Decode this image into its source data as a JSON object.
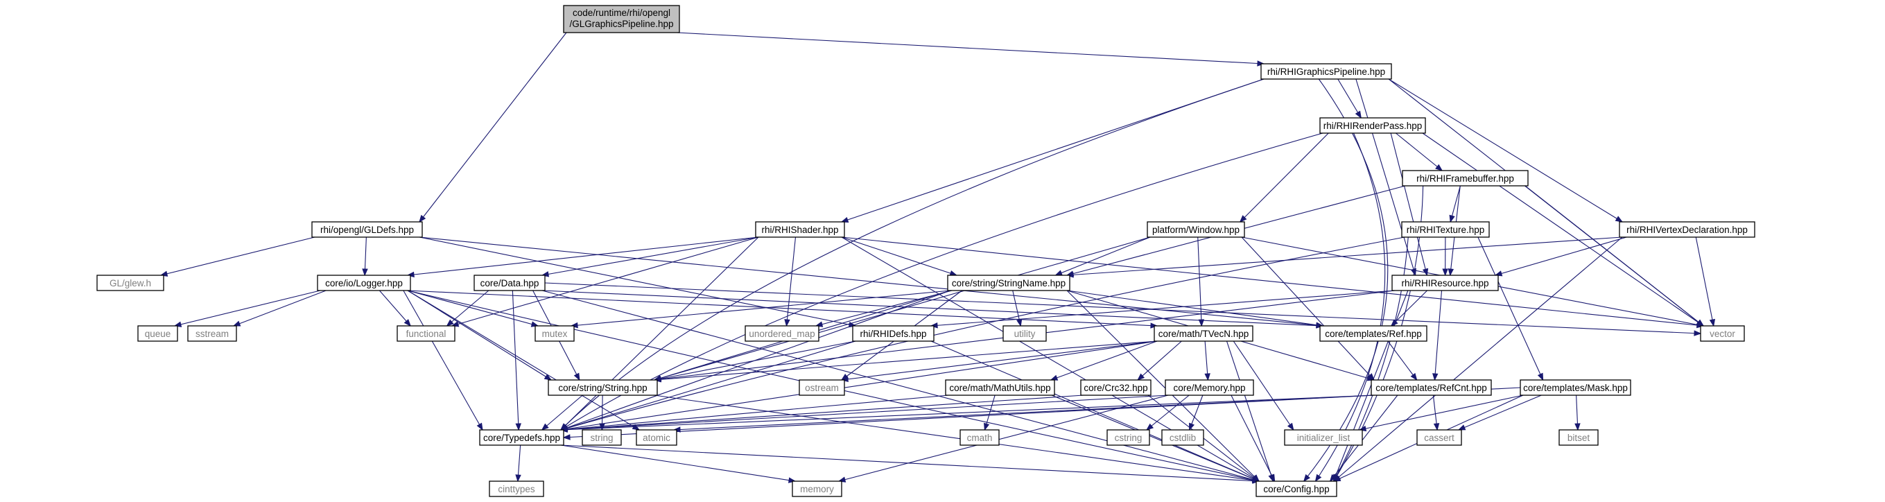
{
  "colors": {
    "edge": "#191970",
    "root_fill": "#bfbfbf",
    "node_fill": "#ffffff",
    "node_border": "#000000",
    "system_border": "#bfbfbf",
    "system_text": "#7f7f7f"
  },
  "nodes": {
    "root": {
      "lines": [
        "code/runtime/rhi/opengl",
        "/GLGraphicsPipeline.hpp"
      ]
    },
    "rhigp": {
      "lines": [
        "rhi/RHIGraphicsPipeline.hpp"
      ]
    },
    "rhirp": {
      "lines": [
        "rhi/RHIRenderPass.hpp"
      ]
    },
    "rhifb": {
      "lines": [
        "rhi/RHIFramebuffer.hpp"
      ]
    },
    "gldefs": {
      "lines": [
        "rhi/opengl/GLDefs.hpp"
      ]
    },
    "rhishader": {
      "lines": [
        "rhi/RHIShader.hpp"
      ]
    },
    "window": {
      "lines": [
        "platform/Window.hpp"
      ]
    },
    "rhitex": {
      "lines": [
        "rhi/RHITexture.hpp"
      ]
    },
    "rhivd": {
      "lines": [
        "rhi/RHIVertexDeclaration.hpp"
      ]
    },
    "glew": {
      "lines": [
        "GL/glew.h"
      ]
    },
    "logger": {
      "lines": [
        "core/io/Logger.hpp"
      ]
    },
    "data": {
      "lines": [
        "core/Data.hpp"
      ]
    },
    "stringname": {
      "lines": [
        "core/string/StringName.hpp"
      ]
    },
    "rhires": {
      "lines": [
        "rhi/RHIResource.hpp"
      ]
    },
    "queue": {
      "lines": [
        "queue"
      ]
    },
    "sstream": {
      "lines": [
        "sstream"
      ]
    },
    "functional": {
      "lines": [
        "functional"
      ]
    },
    "mutex": {
      "lines": [
        "mutex"
      ]
    },
    "unordered_map": {
      "lines": [
        "unordered_map"
      ]
    },
    "rhidefs": {
      "lines": [
        "rhi/RHIDefs.hpp"
      ]
    },
    "utility": {
      "lines": [
        "utility"
      ]
    },
    "tvecn": {
      "lines": [
        "core/math/TVecN.hpp"
      ]
    },
    "ref": {
      "lines": [
        "core/templates/Ref.hpp"
      ]
    },
    "vector": {
      "lines": [
        "vector"
      ]
    },
    "string_hpp": {
      "lines": [
        "core/string/String.hpp"
      ]
    },
    "ostream": {
      "lines": [
        "ostream"
      ]
    },
    "mathutils": {
      "lines": [
        "core/math/MathUtils.hpp"
      ]
    },
    "crc32": {
      "lines": [
        "core/Crc32.hpp"
      ]
    },
    "memory_hpp": {
      "lines": [
        "core/Memory.hpp"
      ]
    },
    "refcnt": {
      "lines": [
        "core/templates/RefCnt.hpp"
      ]
    },
    "mask": {
      "lines": [
        "core/templates/Mask.hpp"
      ]
    },
    "typedefs": {
      "lines": [
        "core/Typedefs.hpp"
      ]
    },
    "string": {
      "lines": [
        "string"
      ]
    },
    "atomic": {
      "lines": [
        "atomic"
      ]
    },
    "cmath": {
      "lines": [
        "cmath"
      ]
    },
    "cstring": {
      "lines": [
        "cstring"
      ]
    },
    "cstdlib": {
      "lines": [
        "cstdlib"
      ]
    },
    "initializer_list": {
      "lines": [
        "initializer_list"
      ]
    },
    "cassert": {
      "lines": [
        "cassert"
      ]
    },
    "bitset": {
      "lines": [
        "bitset"
      ]
    },
    "cinttypes": {
      "lines": [
        "cinttypes"
      ]
    },
    "memory": {
      "lines": [
        "memory"
      ]
    },
    "config": {
      "lines": [
        "core/Config.hpp"
      ]
    }
  }
}
